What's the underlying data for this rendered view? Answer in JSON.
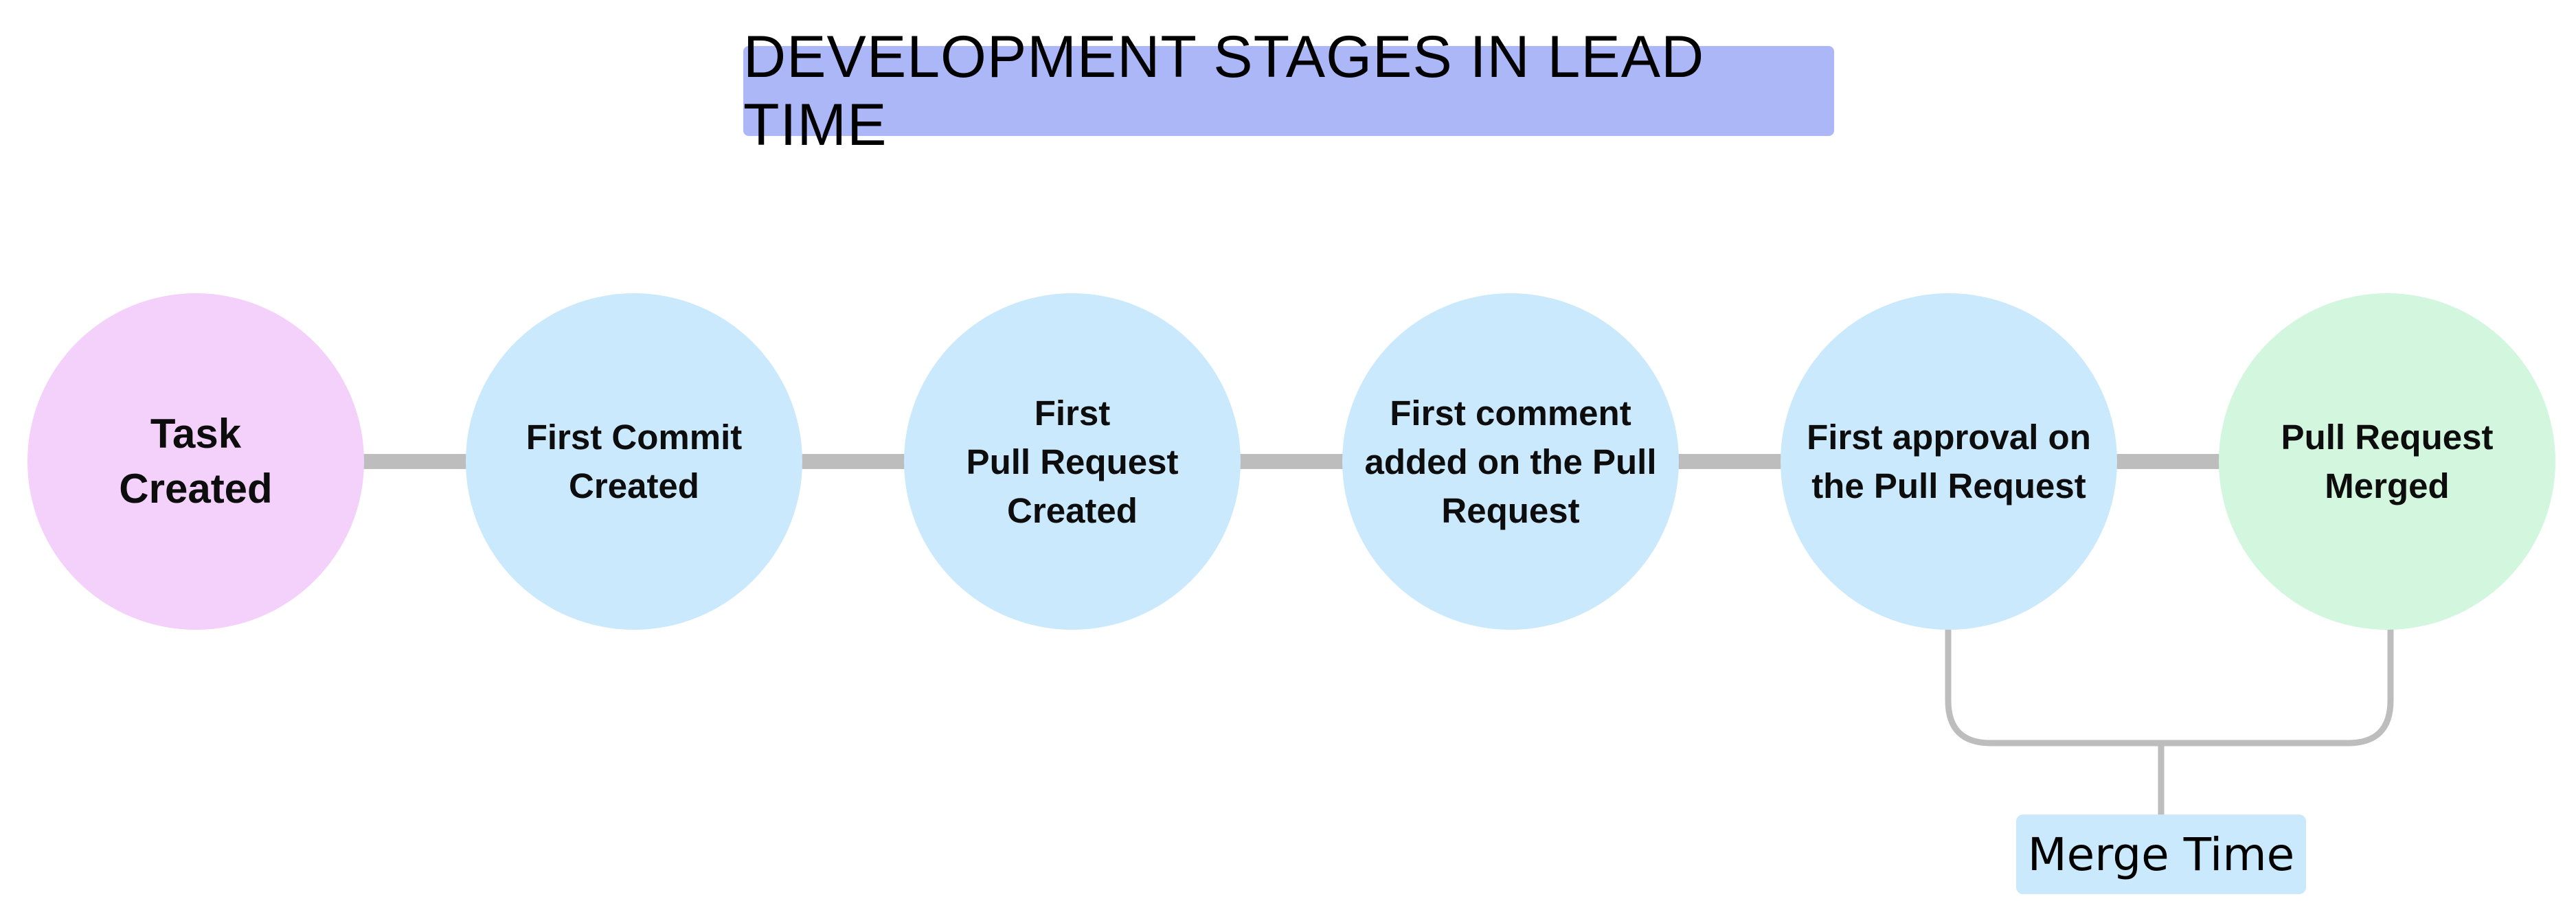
{
  "title": "DEVELOPMENT STAGES IN LEAD TIME",
  "stages": [
    {
      "label": "Task\nCreated",
      "color": "#f4d1fb"
    },
    {
      "label": "First Commit\nCreated",
      "color": "#cbe9fc"
    },
    {
      "label": "First\nPull Request\nCreated",
      "color": "#cbe9fc"
    },
    {
      "label": "First comment\nadded on the Pull\nRequest",
      "color": "#cbe9fc"
    },
    {
      "label": "First approval on\nthe Pull Request",
      "color": "#cbe9fc"
    },
    {
      "label": "Pull Request\nMerged",
      "color": "#d2f6de"
    }
  ],
  "bracket": {
    "label": "Merge Time",
    "color": "#cbe9fc"
  },
  "colors": {
    "title_background": "#abb7f7",
    "connector": "#bdbdbd"
  }
}
